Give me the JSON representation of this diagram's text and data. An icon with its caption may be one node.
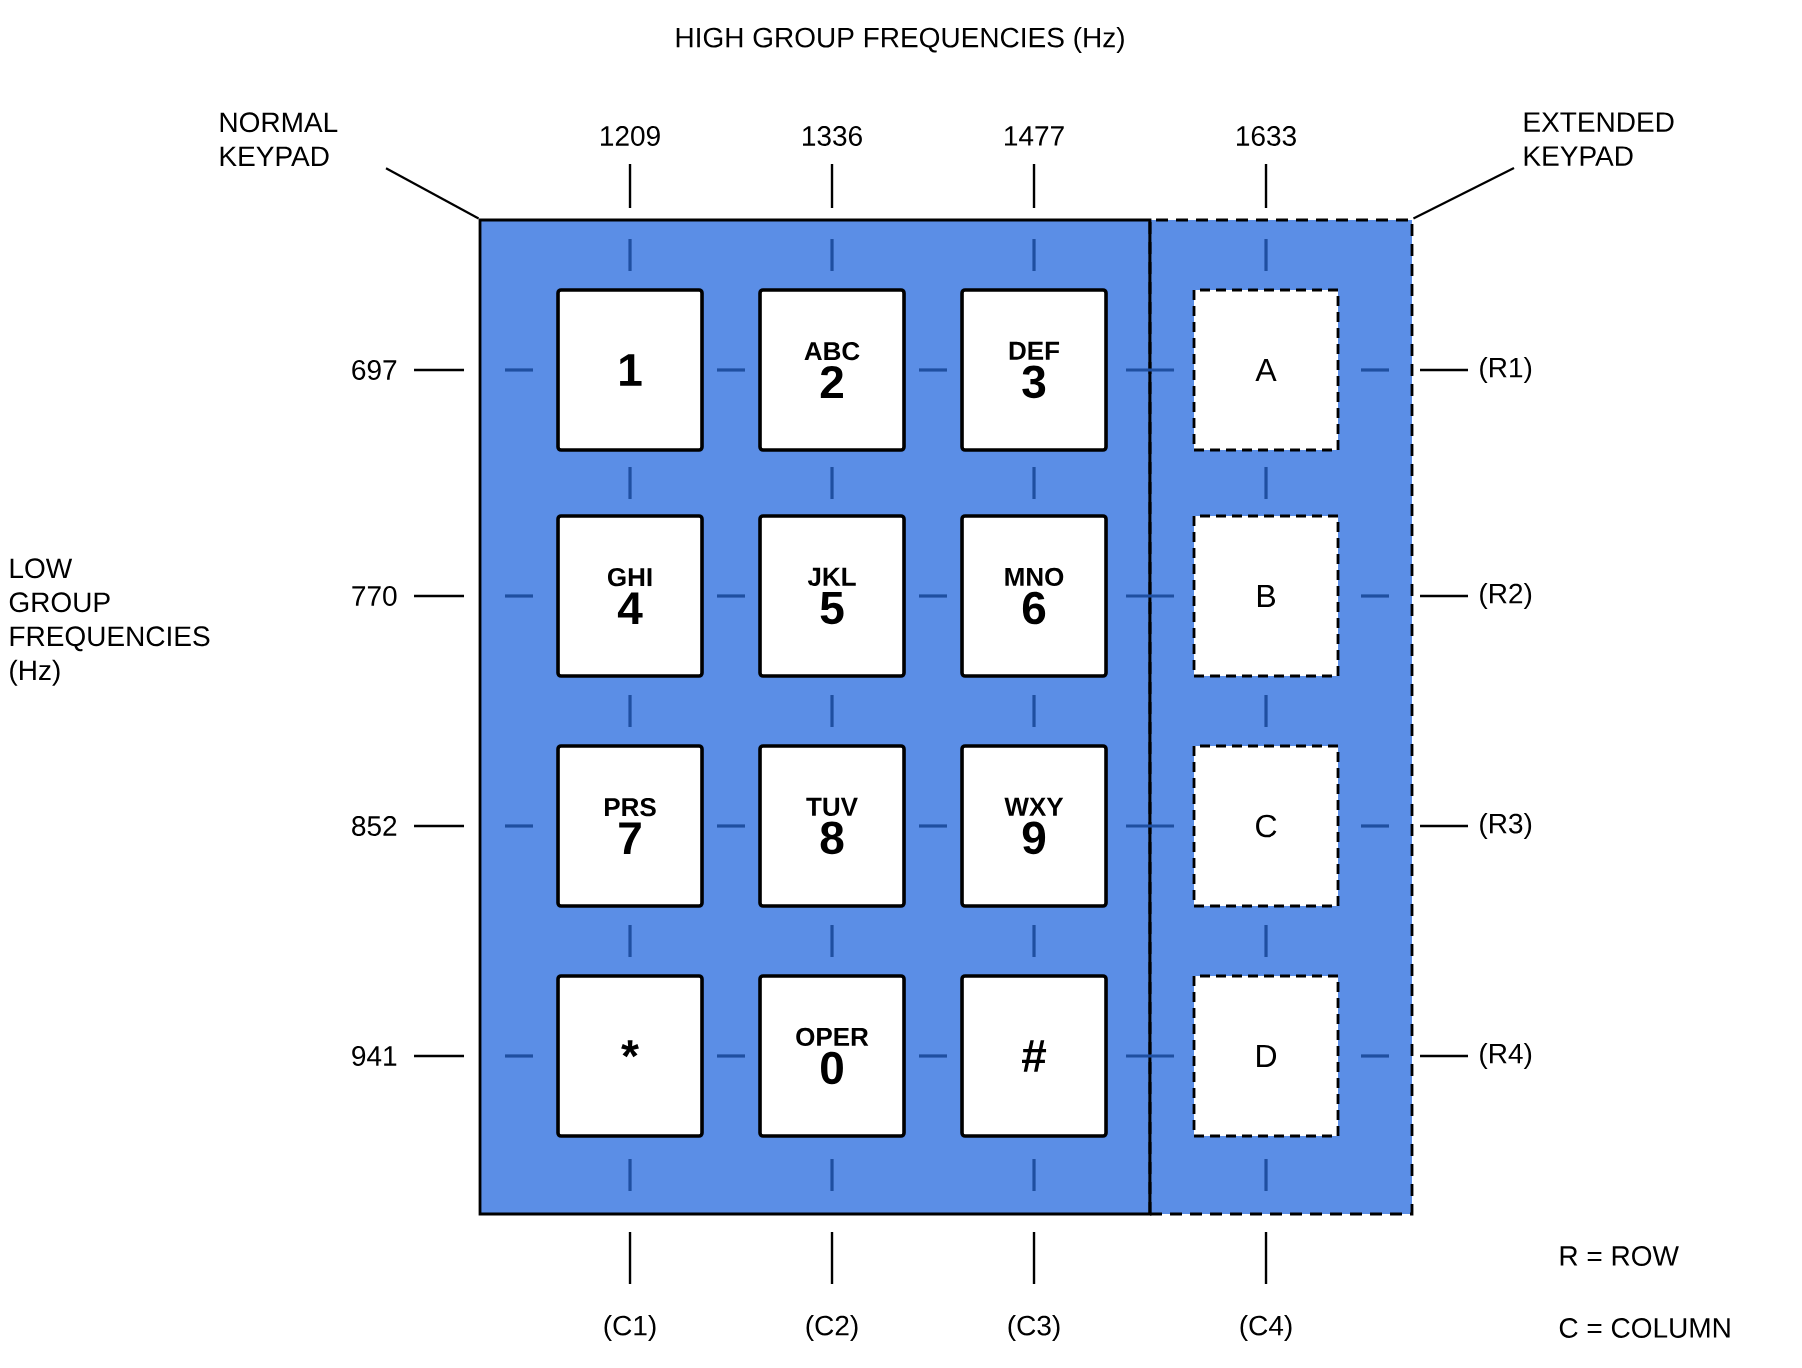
{
  "diagram": {
    "title": "HIGH GROUP FREQUENCIES (Hz)",
    "nodes": [
      {
        "text": [],
        "shape": "box"
      },
      {
        "text": [],
        "shape": "box"
      },
      {
        "text": [
          "1"
        ],
        "in": 0
      },
      {
        "text": [
          "ABC",
          "2"
        ],
        "in": 0
      },
      {
        "text": [
          "DEF",
          "3"
        ],
        "in": 0
      },
      {
        "text": [
          "GHI",
          "4"
        ],
        "in": 0
      },
      {
        "text": [
          "JKL",
          "5"
        ],
        "in": 0
      },
      {
        "text": [
          "MNO",
          "6"
        ],
        "in": 0
      },
      {
        "text": [
          "PRS",
          "7"
        ],
        "in": 0
      },
      {
        "text": [
          "TUV",
          "8"
        ],
        "in": 0
      },
      {
        "text": [
          "WXY",
          "9"
        ],
        "in": 0
      },
      {
        "text": [
          "*"
        ],
        "in": 0
      },
      {
        "text": [
          "OPER",
          "0"
        ],
        "in": 0
      },
      {
        "text": [
          "#"
        ],
        "in": 0
      },
      {
        "text": [
          "A"
        ],
        "in": 1
      },
      {
        "text": [
          "B"
        ],
        "in": 1
      },
      {
        "text": [
          "C"
        ],
        "in": 1
      },
      {
        "text": [
          "D"
        ],
        "in": 1
      },
      {
        "text": [
          "NORMAL KEYPAD"
        ]
      },
      {
        "text": [
          "EXTENDED KEYPAD"
        ]
      }
    ],
    "edges": [
      {
        "from": 18,
        "to": 0,
        "arrow": "none"
      },
      {
        "from": 19,
        "to": 1,
        "arrow": "none"
      }
    ],
    "labels": [
      "1209",
      "1336",
      "1477",
      "1633",
      "697",
      "(R1)",
      "770",
      "(R2)",
      "LOW GROUP FREQUENCIES (Hz)",
      "852",
      "(R3)",
      "941",
      "(R4)",
      "R = ROW",
      "(C1)",
      "(C2)",
      "(C3)",
      "(C4)",
      "C = COLUMN"
    ]
  }
}
